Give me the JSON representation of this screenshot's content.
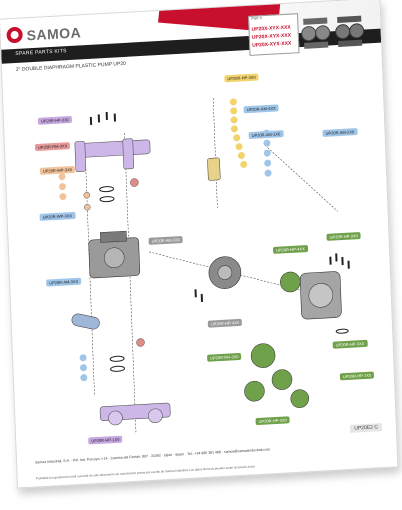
{
  "brand": {
    "name": "SAMOA"
  },
  "document": {
    "title": "SPARE PARTS KITS",
    "subtitle": "2\" DOUBLE DIAPHRAGM PLASTIC PUMP UP20"
  },
  "part_box": {
    "label": "Part #",
    "values": [
      "UP20X-XYX-XXX",
      "UP20X-XYX-XXX",
      "UP20X-XYX-XXX"
    ]
  },
  "callouts": [
    {
      "text": "UP20R-HP-330",
      "color": "purple"
    },
    {
      "text": "UP20R-RM-3XX",
      "color": "red"
    },
    {
      "text": "UP20R-WP-3X0",
      "color": "peach"
    },
    {
      "text": "UP20R-WP-3XX",
      "color": "blue"
    },
    {
      "text": "UP20R-AM-3XX",
      "color": "blue"
    },
    {
      "text": "UP20R-HP-3X0",
      "color": "yellow"
    },
    {
      "text": "UP20R-AM-4XX",
      "color": "blue"
    },
    {
      "text": "UP20R-AM-1X0",
      "color": "blue"
    },
    {
      "text": "UP20R-AM-2X0",
      "color": "blue"
    },
    {
      "text": "UP20R-AM-330",
      "color": "grey"
    },
    {
      "text": "UP20R-HP-4XX",
      "color": "green"
    },
    {
      "text": "UP20R-HP-3X0",
      "color": "green"
    },
    {
      "text": "UP20R-HP-4X0",
      "color": "grey"
    },
    {
      "text": "UP20R-RH-3X0",
      "color": "green"
    },
    {
      "text": "UP20R-HP-3XX",
      "color": "green"
    },
    {
      "text": "UP20R-HP-7X0",
      "color": "green"
    },
    {
      "text": "UP20R-HP-3X0",
      "color": "green"
    },
    {
      "text": "UP20R-HP-1X0",
      "color": "purple"
    }
  ],
  "footer": {
    "code": "UP20E2 C",
    "address": "Samoa Industrial, S.A. · Pol. Ind. Porceyo, I-14 · Camino del Fontán, 807 · 33392 · Gijón · Spain · Tel.: +34 985 381 488 · samoa@samoaindustrial.com",
    "legal": "Prohibida la reproducción total o parcial de este documento sin autorización previa por escrito de Samoa Industrial. Los datos técnicos pueden variar sin previo aviso."
  }
}
